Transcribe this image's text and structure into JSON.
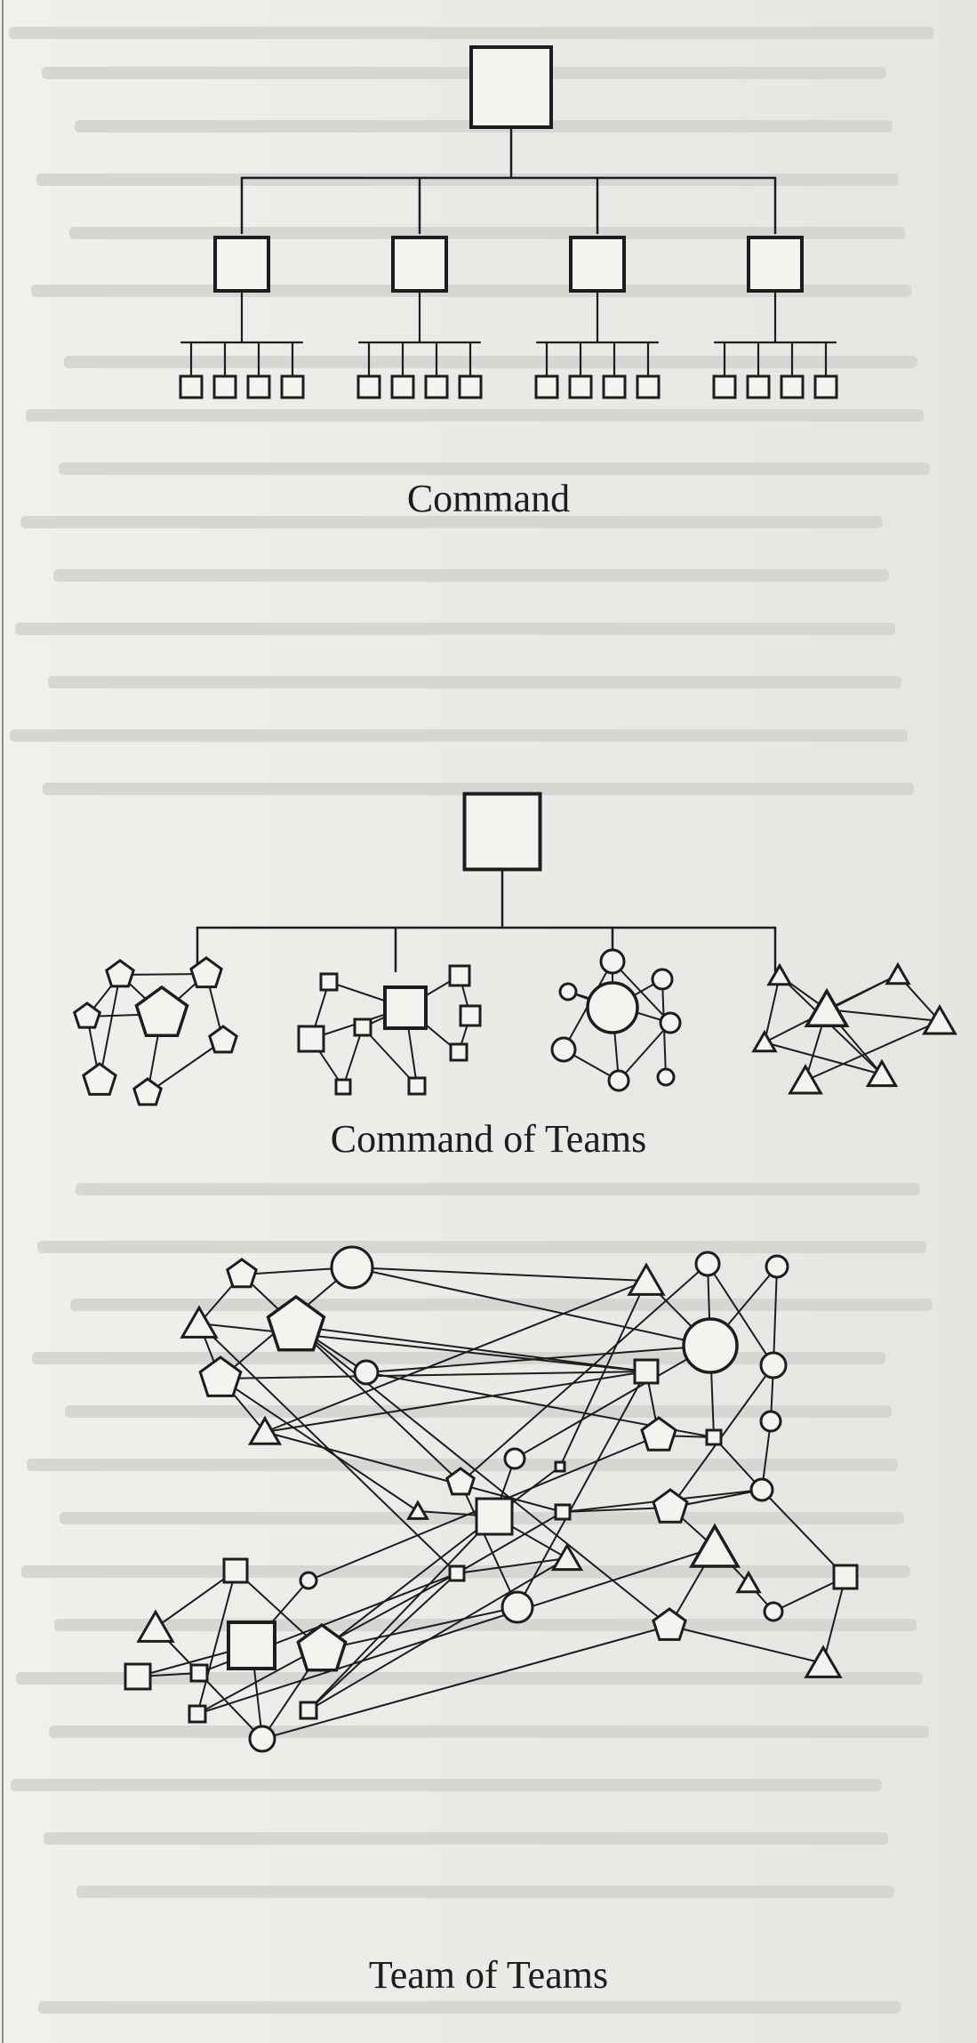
{
  "captions": {
    "command": "Command",
    "command_of_teams": "Command of Teams",
    "team_of_teams": "Team of Teams"
  },
  "colors": {
    "ink": "#1d1d1d",
    "paper": "#ecebe7",
    "ghost_text": "#d7d6d2"
  }
}
